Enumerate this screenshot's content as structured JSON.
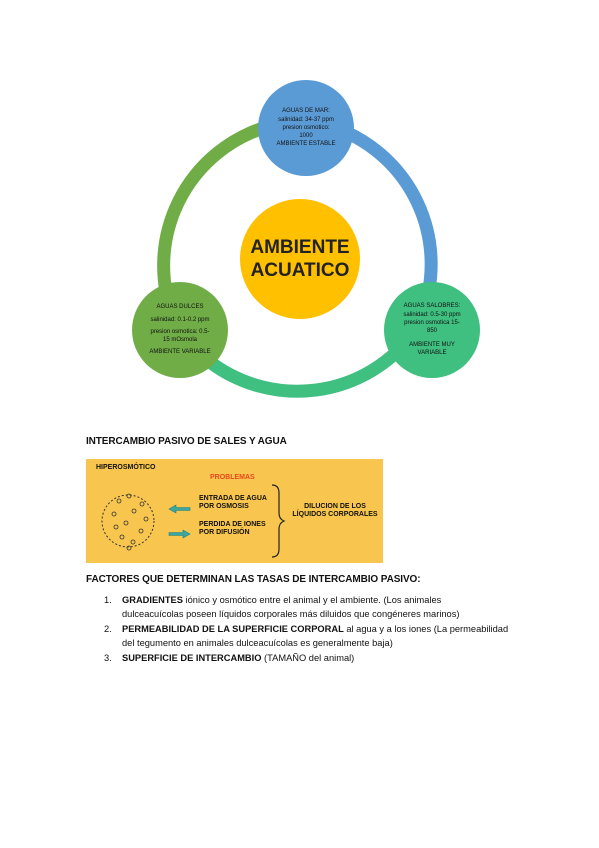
{
  "diagram": {
    "center": {
      "line1": "AMBIENTE",
      "line2": "ACUATICO"
    },
    "mar": {
      "title": "AGUAS DE MAR:",
      "line1": "salinidad: 34-37 ppm",
      "line2": "presion osmotico:",
      "line3": "1000",
      "line4": "AMBIENTE ESTABLE",
      "color": "#5b9bd5"
    },
    "salobres": {
      "title": "AGUAS SALOBRES:",
      "line1": "salinidad: 0.5-30 ppm",
      "line2": "presion osmotica 15-",
      "line3": "850",
      "line4": "AMBIENTE MUY",
      "line5": "VARIABLE",
      "color": "#3fbf80"
    },
    "dulces": {
      "title": "AGUAS DULCES",
      "line1": "salinidad: 0.1-0.2 ppm",
      "line2": "presion osmotica: 0.5-",
      "line3": "15 mOsmola",
      "line4": "AMBIENTE VARIABLE",
      "color": "#70ad47"
    }
  },
  "section1": {
    "heading": "INTERCAMBIO PASIVO DE SALES Y AGUA"
  },
  "figure": {
    "hiper": "HIPEROSMÓTICO",
    "problemas": "PROBLEMAS",
    "entrada1": "ENTRADA DE AGUA",
    "entrada2": "POR OSMOSIS",
    "perdida1": "PERDIDA DE IONES",
    "perdida2": "POR DIFUSIÓN",
    "dilucion1": "DILUCION DE LOS",
    "dilucion2": "LÍQUIDOS CORPORALES",
    "bg_color": "#f8c64e",
    "problemas_color": "#e8481c",
    "arrow_color": "#3aa7a0"
  },
  "section2": {
    "heading": "FACTORES QUE DETERMINAN LAS TASAS DE INTERCAMBIO PASIVO:"
  },
  "factors": [
    {
      "num": "1.",
      "bold": "GRADIENTES",
      "line1": " iónico y osmótico entre el animal y el ambiente. (Los animales",
      "line2": "dulceacuícolas poseen líquidos corporales más diluidos que congéneres marinos)"
    },
    {
      "num": "2.",
      "bold": "PERMEABILIDAD DE LA SUPERFICIE CORPORAL",
      "line1": " al agua y a los iones (La permeabilidad",
      "line2": "del tegumento en animales dulceacuícolas es generalmente baja)"
    },
    {
      "num": "3.",
      "bold": "SUPERFICIE DE INTERCAMBIO",
      "line1": " (TAMAÑO del animal)",
      "line2": ""
    }
  ]
}
